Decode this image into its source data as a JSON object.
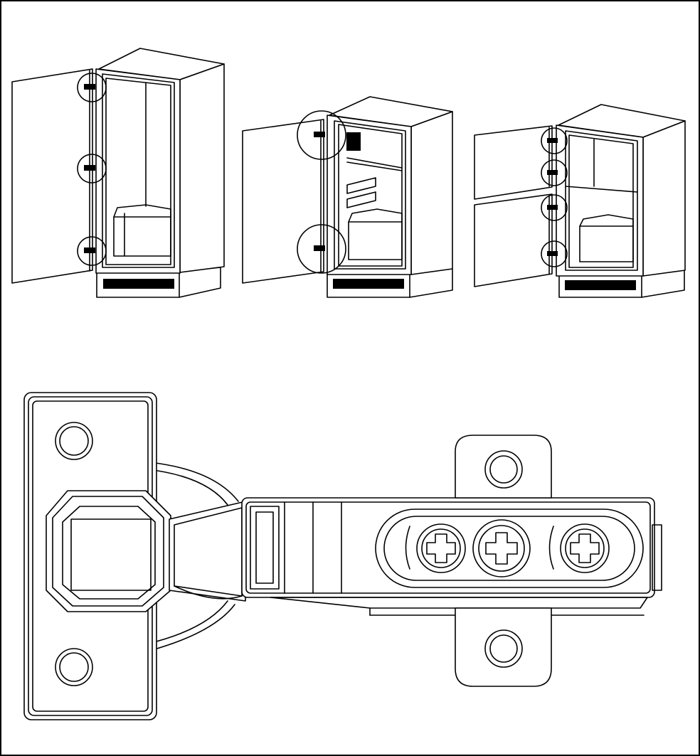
{
  "figure": {
    "border_color": "#000000",
    "background": "#ffffff",
    "line_color": "#000000"
  },
  "illustrations": [
    {
      "name": "tall-cabinet-single-door",
      "hinge_count": 3
    },
    {
      "name": "cabinet-with-door-shelves",
      "hinge_count": 2
    },
    {
      "name": "cabinet-two-doors",
      "hinge_count": 4
    }
  ],
  "hinge_detail": {
    "screws": 3,
    "mounting_holes": 4
  }
}
